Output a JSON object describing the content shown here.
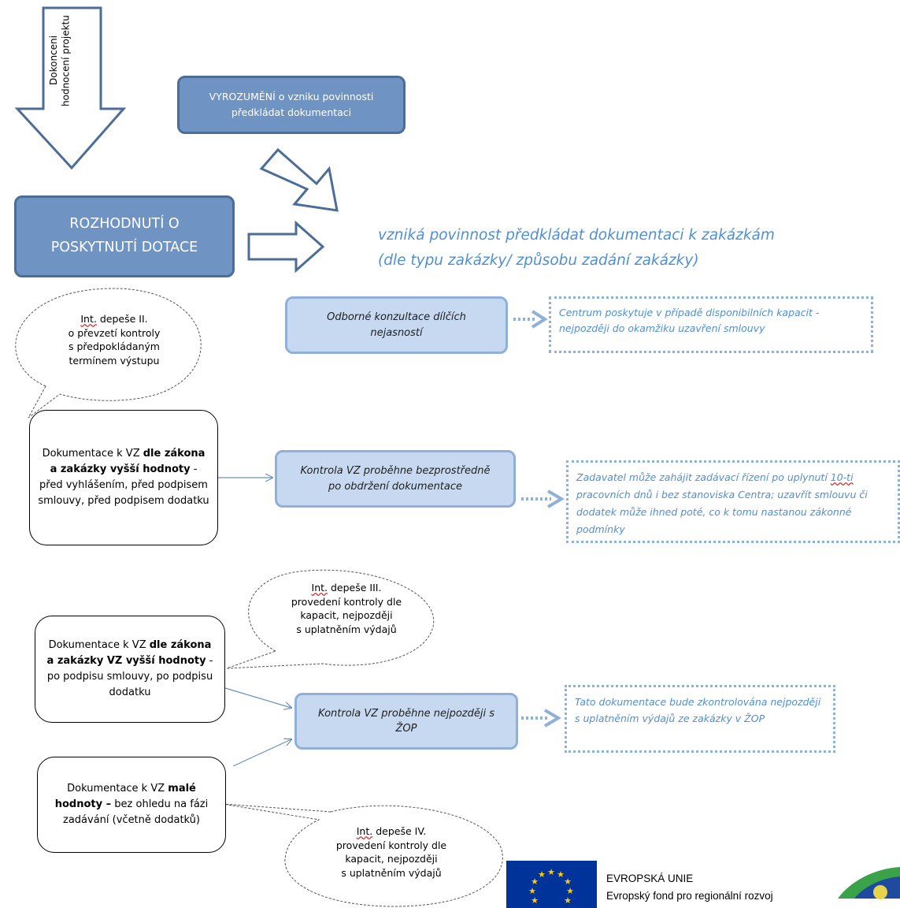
{
  "start_arrow": {
    "line1": "Dokonceni",
    "line2": "hodnocení projektu"
  },
  "notice_box": {
    "line1": "VYROZUMĚNÍ o vzniku povinnosti",
    "line2": "předkládat dokumentaci"
  },
  "decision_box": {
    "line1": "ROZHODNUTÍ O",
    "line2": "POSKYTNUTÍ DOTACE"
  },
  "obligation": {
    "line1": "vzniká povinnost předkládat dokumentaci k zakázkám",
    "line2": "(dle typu zakázky/ způsobu zadání zakázky)"
  },
  "bubble2": {
    "int": "Int.",
    "rest": " depeše II.",
    "l2": "o převzetí kontroly",
    "l3": "s předpokládaným",
    "l4": "termínem výstupu"
  },
  "consult": {
    "text": "Odborné konzultace dílčích nejasností",
    "note": "Centrum poskytuje v případě disponibilních kapacit - nejpozději do okamžiku uzavření smlouvy"
  },
  "doc1": {
    "a": "Dokumentace k VZ ",
    "b": "dle zákona a zakázky vyšší hodnoty",
    "c": " - před vyhlášením, před podpisem smlouvy, před podpisem dodatku"
  },
  "control1": {
    "text": "Kontrola VZ proběhne bezprostředně po obdržení dokumentace",
    "note_a": "Zadavatel může zahájit zadávací řízení po uplynutí ",
    "note_u": "10-ti",
    "note_b": " pracovních dnů i bez stanoviska Centra; uzavřít smlouvu či dodatek může ihned poté, co k tomu nastanou zákonné podmínky"
  },
  "bubble3": {
    "int": "Int.",
    "rest": " depeše III.",
    "l2": "provedení kontroly dle",
    "l3": "kapacit, nejpozději",
    "l4": "s uplatněním výdajů"
  },
  "doc2": {
    "a": "Dokumentace k VZ ",
    "b": "dle zákona a zakázky VZ vyšší hodnoty",
    "c": " - po podpisu smlouvy, po podpisu dodatku"
  },
  "control2": {
    "text": "Kontrola VZ proběhne nejpozději s ŽOP",
    "note": "Tato dokumentace bude zkontrolována nejpozději s uplatněním výdajů ze zakázky v ŽOP"
  },
  "doc3": {
    "a": "Dokumentace k VZ ",
    "b": "malé hodnoty –",
    "c": " bez ohledu na fázi zadávání (včetně dodatků)"
  },
  "bubble4": {
    "int": "Int.",
    "rest": " depeše IV.",
    "l2": "provedení kontroly dle",
    "l3": "kapacit, nejpozději",
    "l4": "s uplatněním výdajů"
  },
  "footer": {
    "eu_title": "EVROPSKÁ UNIE",
    "eu_fund": "Evropský fond pro regionální rozvoj"
  },
  "colors": {
    "dark_box": "#6f93c3",
    "light_box": "#c6d9f1",
    "accent_text": "#4f8fd3",
    "eu_blue": "#003399",
    "eu_star": "#ffcc00"
  }
}
